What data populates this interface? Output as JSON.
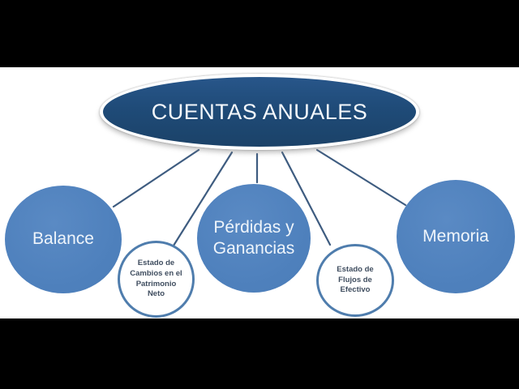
{
  "diagram": {
    "central": {
      "label": "CUENTAS ANUALES"
    },
    "nodes": [
      {
        "id": "balance",
        "label": "Balance",
        "style": "primary"
      },
      {
        "id": "estado-cambios",
        "label": "Estado de Cambios en el Patrimonio Neto",
        "style": "secondary"
      },
      {
        "id": "perdidas-ganancias",
        "label": "Pérdidas y Ganancias",
        "style": "primary"
      },
      {
        "id": "estado-flujos",
        "label": "Estado de Flujos de Efectivo",
        "style": "secondary"
      },
      {
        "id": "memoria",
        "label": "Memoria",
        "style": "primary"
      }
    ],
    "colors": {
      "central_fill": "#1F4B78",
      "primary_fill": "#4F81BD",
      "secondary_fill": "#FFFFFF",
      "secondary_border": "#4F7DAD",
      "connector": "#3E5C80",
      "text_on_blue": "#EFF5FB",
      "text_on_white": "#3F4D5F",
      "letterbox": "#000000",
      "background": "#FFFFFF"
    }
  }
}
